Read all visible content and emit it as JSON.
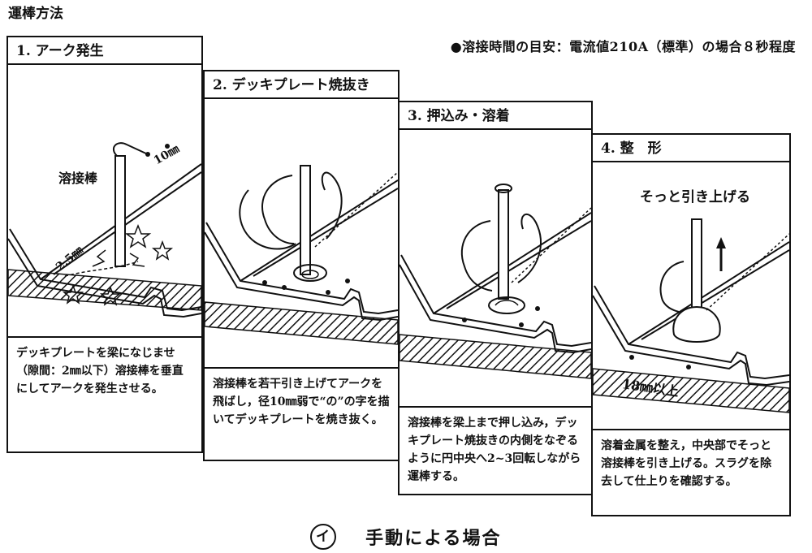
{
  "section_title": "運棒方法",
  "note": "●溶接時間の目安：電流値210A（標準）の場合８秒程度",
  "panels": [
    {
      "title": "1.  アーク発生",
      "labels": [
        "溶接棒",
        "10㎜",
        "2.5㎜"
      ],
      "caption": "デッキプレートを梁になじませ（隙間：2㎜以下）溶接棒を垂直にしてアークを発生させる。"
    },
    {
      "title": "2.  デッキプレート焼抜き",
      "labels": [],
      "caption": "溶接棒を若干引き上げてアークを飛ばし，径10㎜弱で“の”の字を描いてデッキプレートを焼き抜く。"
    },
    {
      "title": "3.  押込み・溶着",
      "labels": [],
      "caption": "溶接棒を梁上まで押し込み，デッキプレート焼抜きの内側をなぞるように円中央へ2~3回転しながら運棒する。"
    },
    {
      "title": "4.  整　形",
      "labels": [
        "そっと引き上げる",
        "18㎜以上"
      ],
      "caption": "溶着金属を整え，中央部でそっと溶接棒を引き上げる。スラグを除去して仕上りを確認する。"
    }
  ],
  "footer": {
    "mark": "イ",
    "text": "手動による場合"
  }
}
